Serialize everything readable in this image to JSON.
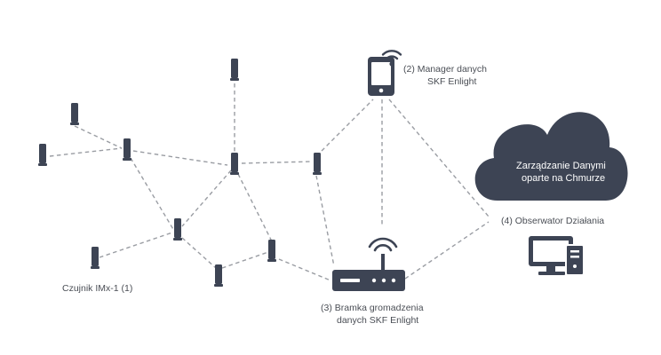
{
  "colors": {
    "icon": "#3d4454",
    "edge": "#9a9da3",
    "text": "#4a4e55",
    "cloud_text": "#ffffff",
    "background": "#ffffff"
  },
  "labels": {
    "sensor": "Czujnik IMx-1 (1)",
    "manager_line1": "(2) Manager danych",
    "manager_line2": "SKF Enlight",
    "gateway_line1": "(3) Bramka gromadzenia",
    "gateway_line2": "danych SKF Enlight",
    "observer": "(4) Obserwator Działania",
    "cloud_line1": "Zarządzanie Danymi",
    "cloud_line2": "oparte na Chmurze"
  },
  "icons": {
    "sensor": "sensor-icon",
    "manager": "smartphone-wifi-icon",
    "gateway": "router-icon",
    "cloud": "cloud-icon",
    "observer": "desktop-computer-icon"
  }
}
